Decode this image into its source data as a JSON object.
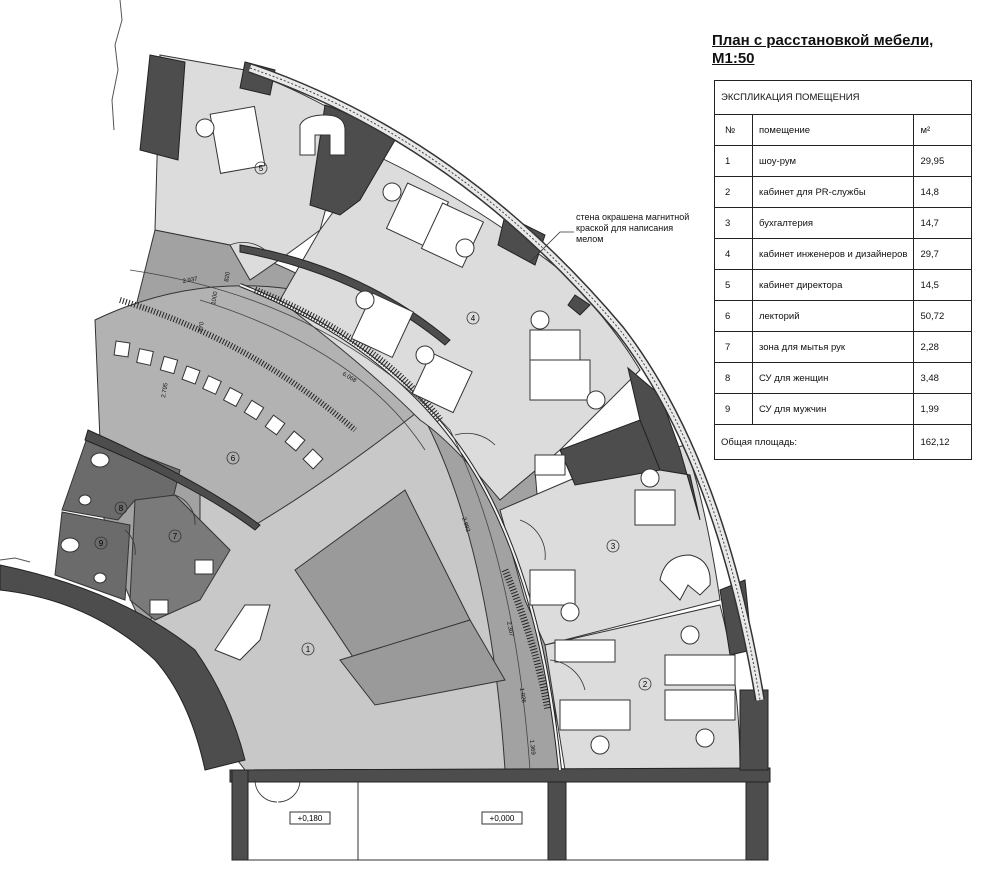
{
  "title_line1": "План с расстановкой мебели,",
  "title_line2": "М1:50",
  "explication": {
    "header": "ЭКСПЛИКАЦИЯ ПОМЕЩЕНИЯ",
    "columns": [
      "№",
      "помещение",
      "м²"
    ],
    "rows": [
      {
        "num": "1",
        "name": "шоу-рум",
        "area": "29,95"
      },
      {
        "num": "2",
        "name": "кабинет для PR-службы",
        "area": "14,8"
      },
      {
        "num": "3",
        "name": "бухгалтерия",
        "area": "14,7"
      },
      {
        "num": "4",
        "name": "кабинет инженеров и дизайнеров",
        "area": "29,7"
      },
      {
        "num": "5",
        "name": "кабинет директора",
        "area": "14,5"
      },
      {
        "num": "6",
        "name": "лекторий",
        "area": "50,72"
      },
      {
        "num": "7",
        "name": "зона для мытья рук",
        "area": "2,28"
      },
      {
        "num": "8",
        "name": "СУ для женщин",
        "area": "3,48"
      },
      {
        "num": "9",
        "name": "СУ для мужчин",
        "area": "1,99"
      }
    ],
    "total_label": "Общая площадь:",
    "total_value": "162,12"
  },
  "note": {
    "line1": "стена окрашена магнитной",
    "line2": "краской для написания",
    "line3": "мелом"
  },
  "room_numbers": [
    "1",
    "2",
    "3",
    "4",
    "5",
    "6",
    "7",
    "8",
    "9"
  ],
  "levels": {
    "left": "+0,180",
    "right": "+0,000"
  },
  "dimensions": [
    "2.937",
    "820",
    "1000",
    "870",
    "2.795",
    "6.068",
    "2.892",
    "2.307",
    "1.026",
    "1.369"
  ],
  "colors": {
    "wall": "#4d4d4d",
    "floor_room": "#dcdcdc",
    "floor_corridor": "#9f9f9f",
    "floor_wet": "#6b6b6b",
    "furniture": "#ffffff"
  }
}
